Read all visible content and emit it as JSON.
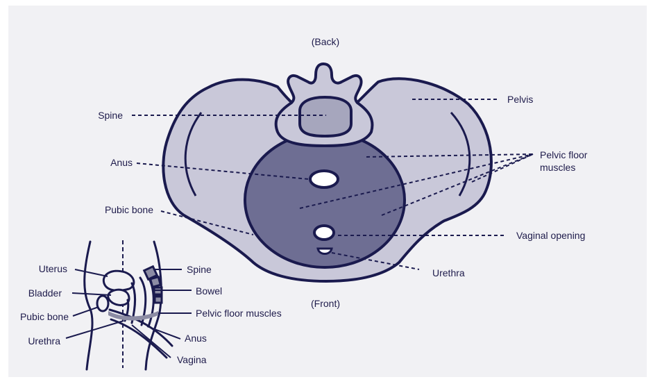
{
  "colors": {
    "outline": "#1a1a4e",
    "pelvis_fill": "#c9c8d9",
    "muscle_fill": "#6e6e93",
    "spine_fill": "#a6a6bd",
    "background": "#f1f1f4",
    "highlight": "#8c8ca4"
  },
  "main_diagram": {
    "top_label": "(Back)",
    "bottom_label": "(Front)",
    "labels": {
      "spine": "Spine",
      "anus": "Anus",
      "pubic_bone": "Pubic bone",
      "pelvis": "Pelvis",
      "pelvic_floor_line1": "Pelvic floor",
      "pelvic_floor_line2": "muscles",
      "vaginal_opening": "Vaginal opening",
      "urethra": "Urethra"
    }
  },
  "side_diagram": {
    "labels": {
      "uterus": "Uterus",
      "bladder": "Bladder",
      "pubic_bone": "Pubic bone",
      "urethra": "Urethra",
      "spine": "Spine",
      "bowel": "Bowel",
      "pelvic_floor_muscles": "Pelvic floor muscles",
      "anus": "Anus",
      "vagina": "Vagina"
    }
  }
}
